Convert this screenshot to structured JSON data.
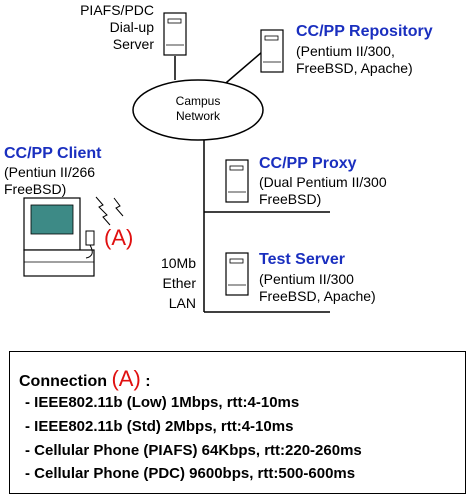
{
  "colors": {
    "title_blue": "#1a2fbf",
    "marker_red": "#e01010",
    "screen_teal": "#3d8a86"
  },
  "dialup_server": {
    "lines": [
      "PIAFS/PDC",
      "Dial-up",
      "Server"
    ],
    "icon": "server-tower-icon"
  },
  "network": {
    "label_lines": [
      "Campus",
      "Network"
    ]
  },
  "repository": {
    "title": "CC/PP Repository",
    "lines": [
      "(Pentium II/300,",
      "FreeBSD, Apache)"
    ],
    "icon": "server-tower-icon"
  },
  "client": {
    "title": "CC/PP Client",
    "lines": [
      "(Pentiun II/266",
      "FreeBSD)"
    ],
    "icon": "laptop-icon",
    "marker": "(A)"
  },
  "proxy": {
    "title": "CC/PP Proxy",
    "lines": [
      "(Dual Pentium II/300",
      "FreeBSD)"
    ],
    "icon": "server-tower-icon"
  },
  "test_server": {
    "title": "Test Server",
    "lines": [
      "(Pentium II/300",
      "FreeBSD, Apache)"
    ],
    "icon": "server-tower-icon"
  },
  "lan": {
    "lines": [
      "10Mb",
      "Ether",
      "LAN"
    ]
  },
  "legend": {
    "title": "Connection",
    "marker": "(A)",
    "suffix": ":",
    "rows": [
      "- IEEE802.11b (Low)  1Mbps, rtt:4-10ms",
      "- IEEE802.11b (Std)   2Mbps, rtt:4-10ms",
      "- Cellular Phone (PIAFS) 64Kbps, rtt:220-260ms",
      "- Cellular Phone (PDC) 9600bps, rtt:500-600ms"
    ]
  }
}
